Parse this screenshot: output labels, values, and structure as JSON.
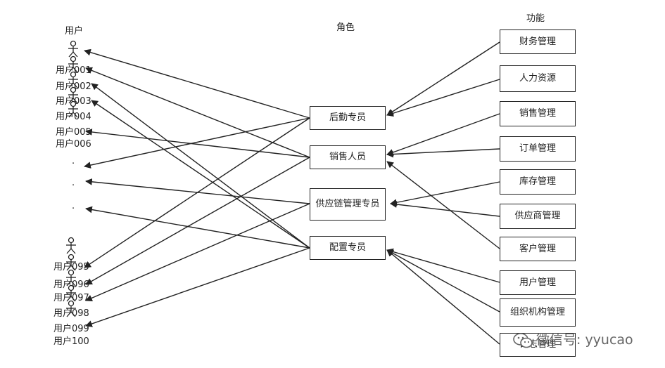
{
  "headers": {
    "users": "用户",
    "roles": "角色",
    "functions": "功能"
  },
  "users_top": [
    "用户001",
    "用户002",
    "用户003",
    "用户004",
    "用户005",
    "用户006"
  ],
  "ellipsis": [
    "·",
    "·",
    "·"
  ],
  "users_bottom": [
    "用户095",
    "用户096",
    "用户097",
    "用户098",
    "用户099",
    "用户100"
  ],
  "roles": [
    "后勤专员",
    "销售人员",
    "供应链管理专员",
    "配置专员"
  ],
  "functions": [
    "财务管理",
    "人力资源",
    "销售管理",
    "订单管理",
    "库存管理",
    "供应商管理",
    "客户管理",
    "用户管理",
    "组织机构管理",
    "日志管理"
  ],
  "watermark": {
    "text": "微信号: yyucao",
    "icon": "wechat-icon",
    "color": "#666666"
  }
}
